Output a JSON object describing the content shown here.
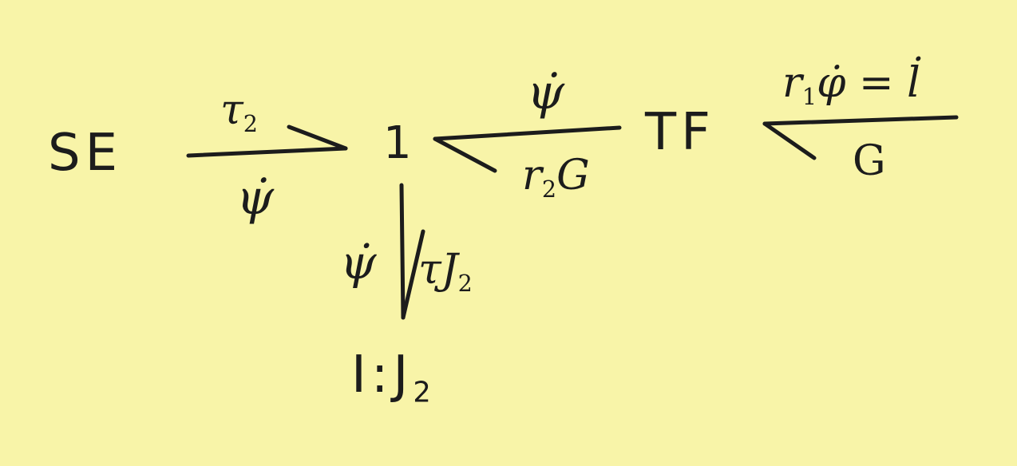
{
  "diagram": {
    "type": "bond-graph",
    "colors": {
      "background": "#f8f4a8",
      "ink": "#1c1c1c"
    },
    "nodes": {
      "source": "SE",
      "junction": "1",
      "transformer": "TF",
      "inertia": "I:J",
      "inertia_sub": "2"
    },
    "bonds": {
      "se_to_1": {
        "effort": "τ",
        "effort_sub": "2",
        "flow": "ψ̇"
      },
      "tf_to_1": {
        "effort": "ψ̇",
        "flow": "r",
        "flow_sub": "2",
        "flow_tail": "G"
      },
      "right_to_tf": {
        "effort": "r",
        "effort_sub": "1",
        "effort_tail": "φ̇ = l̇",
        "flow": "G"
      },
      "1_to_i": {
        "flow": "ψ̇",
        "effort": "τ",
        "effort_sym": "J",
        "effort_sub": "2"
      }
    }
  }
}
